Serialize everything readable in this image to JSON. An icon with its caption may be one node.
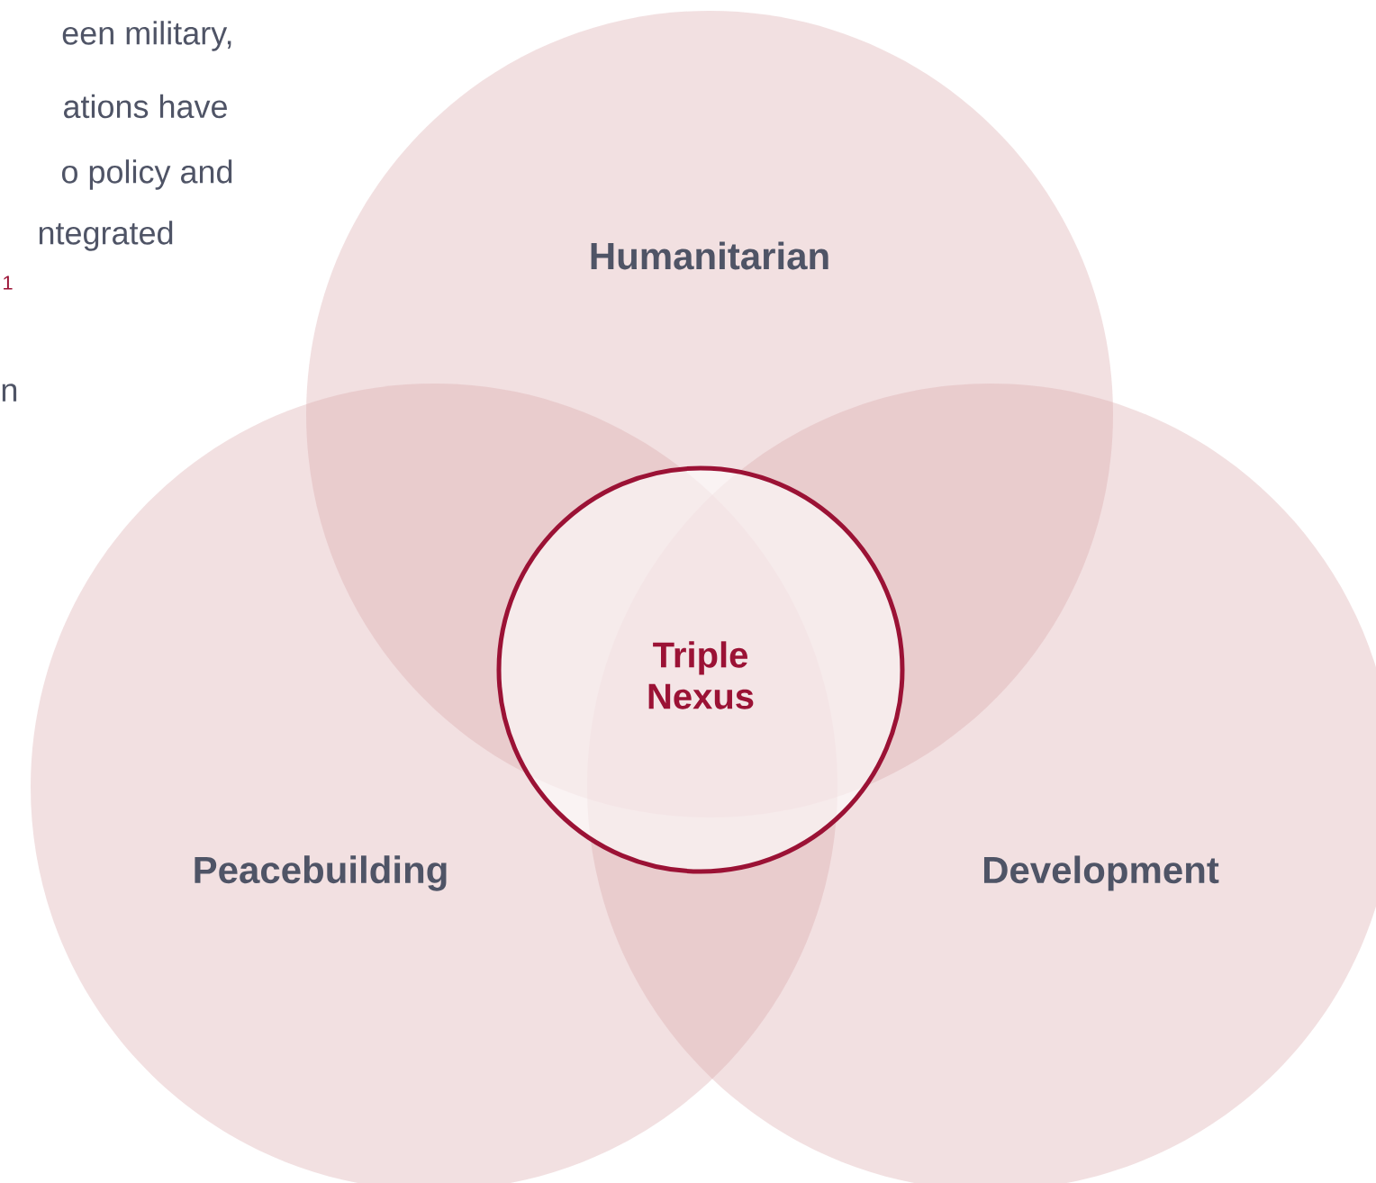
{
  "diagram": {
    "nodes": [
      {
        "text": [
          "Humanitarian"
        ]
      },
      {
        "text": [
          "Triple Nexus"
        ]
      },
      {
        "text": [
          "Peacebuilding"
        ]
      },
      {
        "text": [
          "Development"
        ]
      }
    ],
    "labels": [
      "een military,",
      "ations have",
      "o policy and",
      "ntegrated",
      "1",
      "n"
    ]
  }
}
